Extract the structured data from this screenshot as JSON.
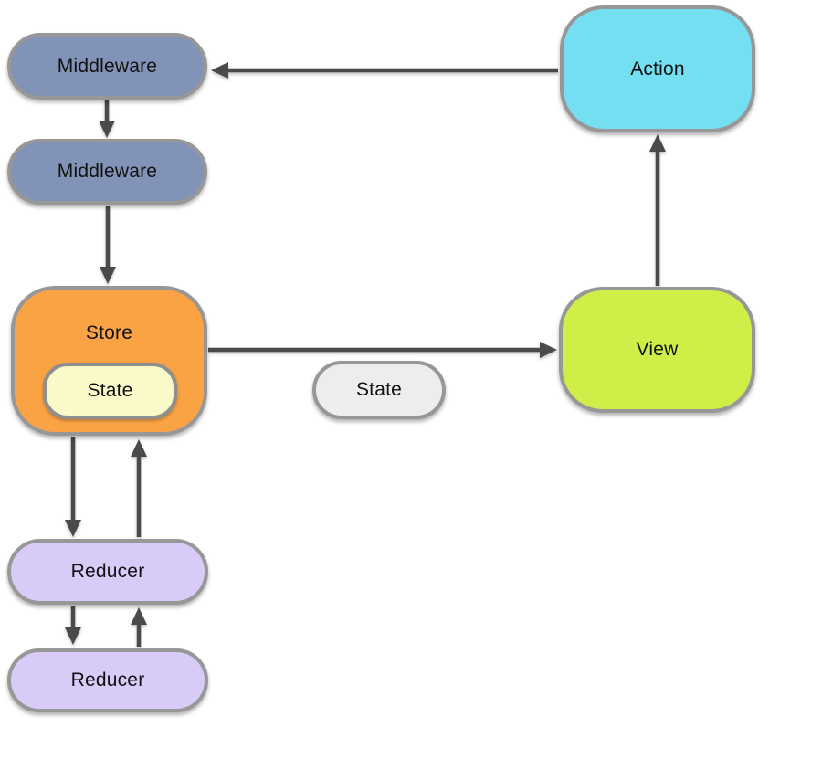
{
  "diagram": {
    "nodes": {
      "middleware1": {
        "label": "Middleware",
        "fill": "#8193b6"
      },
      "middleware2": {
        "label": "Middleware",
        "fill": "#8193b6"
      },
      "store": {
        "label": "Store",
        "fill": "#f9a344"
      },
      "store_state": {
        "label": "State",
        "fill": "#fafac9"
      },
      "state": {
        "label": "State",
        "fill": "#ededed"
      },
      "action": {
        "label": "Action",
        "fill": "#74dff1"
      },
      "view": {
        "label": "View",
        "fill": "#cfef48"
      },
      "reducer1": {
        "label": "Reducer",
        "fill": "#d8cbf8"
      },
      "reducer2": {
        "label": "Reducer",
        "fill": "#d8cbf8"
      }
    },
    "edges": [
      {
        "from": "action",
        "to": "middleware1"
      },
      {
        "from": "middleware1",
        "to": "middleware2"
      },
      {
        "from": "middleware2",
        "to": "store"
      },
      {
        "from": "store",
        "to": "view"
      },
      {
        "from": "view",
        "to": "action"
      },
      {
        "from": "store",
        "to": "reducer1"
      },
      {
        "from": "reducer1",
        "to": "store"
      },
      {
        "from": "reducer1",
        "to": "reducer2"
      },
      {
        "from": "reducer2",
        "to": "reducer1"
      }
    ],
    "colors": {
      "arrow": "#4a4a4a",
      "border": "#979797",
      "background": "#ffffff"
    }
  }
}
